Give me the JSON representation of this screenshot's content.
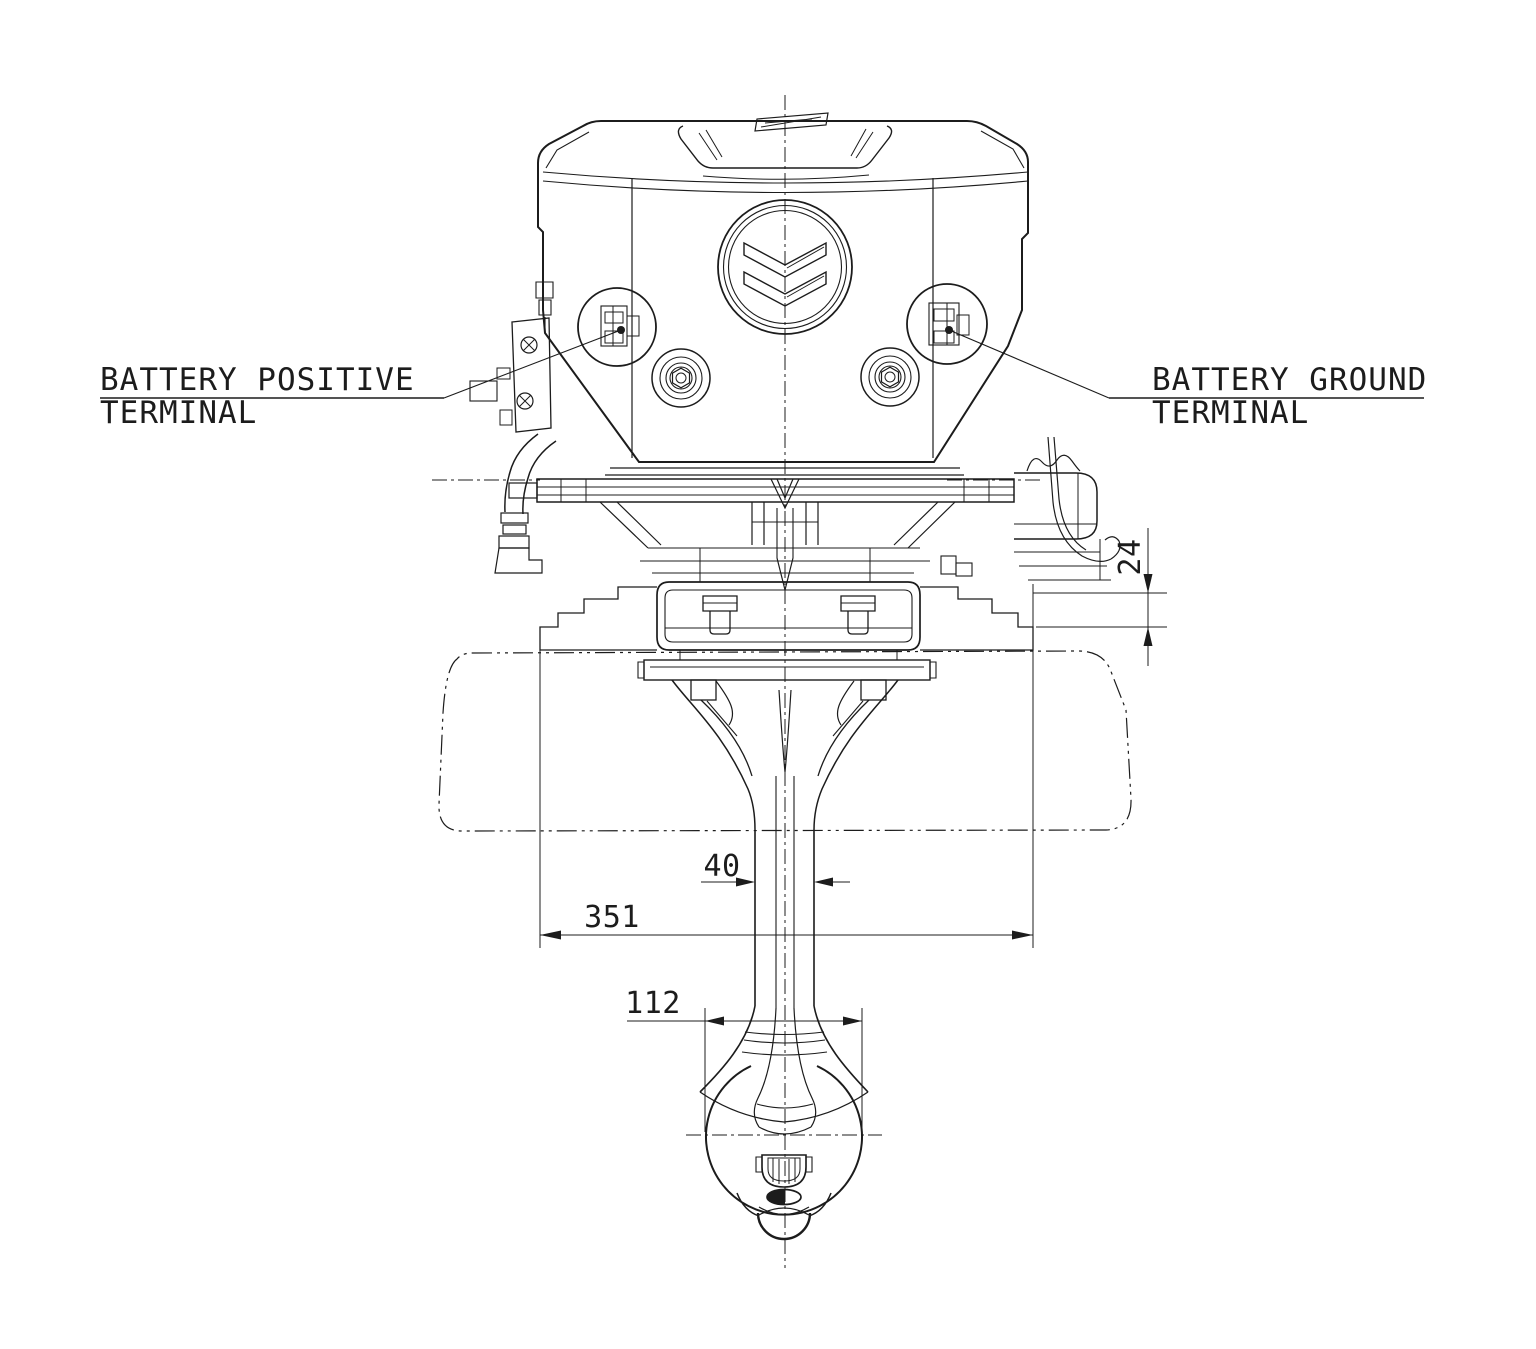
{
  "page": {
    "background": "#ffffff",
    "line_color": "#1c1c1c"
  },
  "drawing": {
    "callouts": {
      "battery_positive": {
        "line1": "BATTERY POSITIVE",
        "line2": "TERMINAL"
      },
      "battery_ground": {
        "line1": "BATTERY GROUND",
        "line2": "TERMINAL"
      }
    },
    "dimensions": {
      "mount_gap": "24",
      "strut_width": "40",
      "bracket_span": "351",
      "gearcase_width": "112"
    }
  }
}
